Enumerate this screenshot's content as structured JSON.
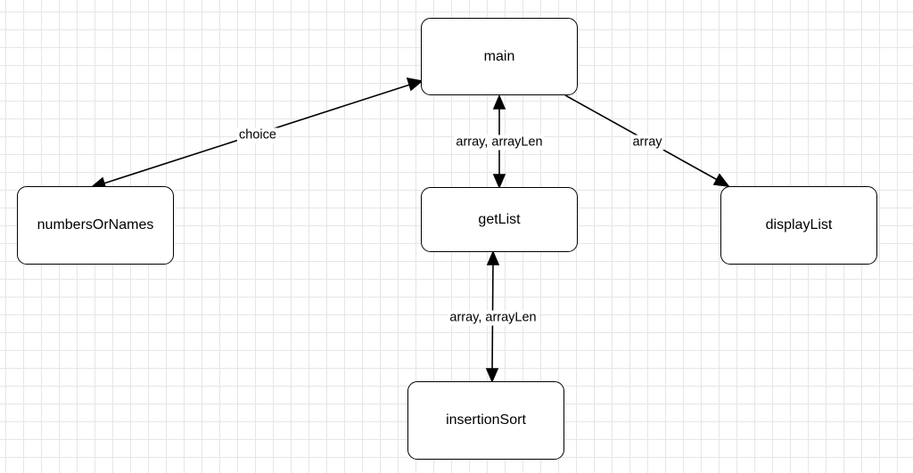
{
  "nodes": {
    "main": "main",
    "numbersOrNames": "numbersOrNames",
    "getList": "getList",
    "displayList": "displayList",
    "insertionSort": "insertionSort"
  },
  "edges": {
    "main_numbersOrNames": {
      "label": "choice",
      "direction": "bidirectional"
    },
    "main_getList": {
      "label": "array, arrayLen",
      "direction": "bidirectional"
    },
    "main_displayList": {
      "label": "array",
      "direction": "main-to-displayList"
    },
    "getList_insertionSort": {
      "label": "array, arrayLen",
      "direction": "bidirectional"
    }
  },
  "colors": {
    "stroke": "#000000",
    "grid": "#e6e6e6",
    "background": "#ffffff"
  }
}
